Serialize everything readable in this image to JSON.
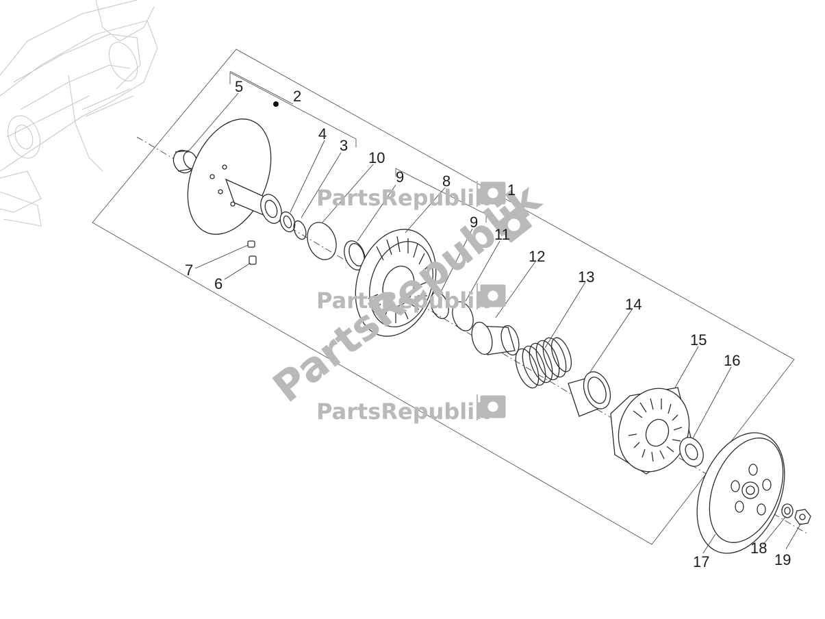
{
  "watermark": {
    "brand": "PartsRepublik",
    "diagonal": "PartsRepublik"
  },
  "callouts": [
    {
      "id": "c1",
      "label": "1"
    },
    {
      "id": "c2",
      "label": "2"
    },
    {
      "id": "c3",
      "label": "3"
    },
    {
      "id": "c4",
      "label": "4"
    },
    {
      "id": "c5",
      "label": "5"
    },
    {
      "id": "c6",
      "label": "6"
    },
    {
      "id": "c7",
      "label": "7"
    },
    {
      "id": "c8",
      "label": "8"
    },
    {
      "id": "c9a",
      "label": "9"
    },
    {
      "id": "c9b",
      "label": "9"
    },
    {
      "id": "c10",
      "label": "10"
    },
    {
      "id": "c11",
      "label": "11"
    },
    {
      "id": "c12",
      "label": "12"
    },
    {
      "id": "c13",
      "label": "13"
    },
    {
      "id": "c14",
      "label": "14"
    },
    {
      "id": "c15",
      "label": "15"
    },
    {
      "id": "c16",
      "label": "16"
    },
    {
      "id": "c17",
      "label": "17"
    },
    {
      "id": "c18",
      "label": "18"
    },
    {
      "id": "c19",
      "label": "19"
    }
  ],
  "colors": {
    "line": "#2b2b2b",
    "watermark": "#b9b9b9",
    "background": "#ffffff"
  }
}
